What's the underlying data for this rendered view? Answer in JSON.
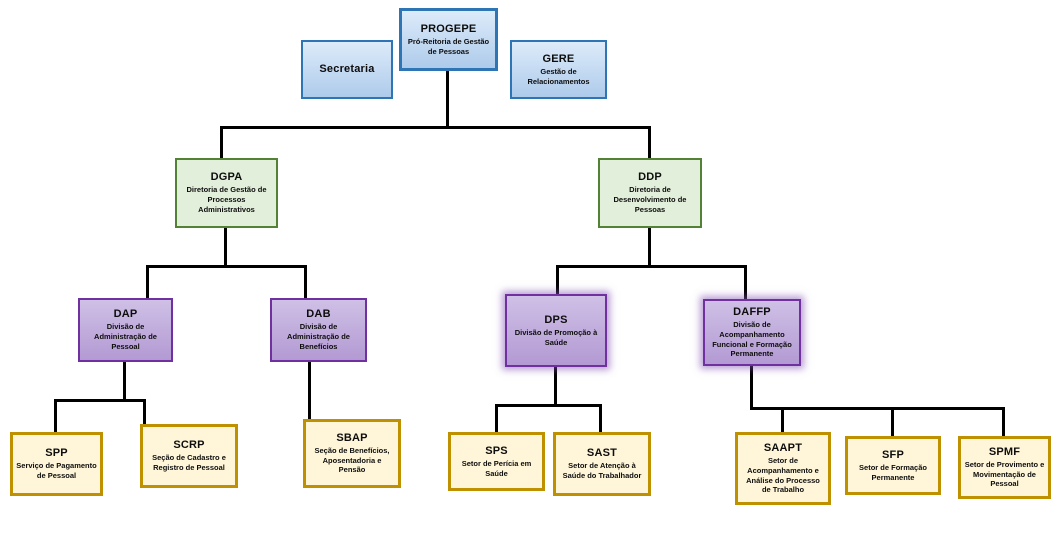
{
  "diagram_type": "org-chart",
  "colors": {
    "blue_fill": "#cfe2f3",
    "blue_border": "#2e75b6",
    "green_fill": "#e2efda",
    "green_border": "#538135",
    "purple_fill": "#c2aed9",
    "purple_border": "#7030a0",
    "yellow_fill": "#fff6d9",
    "yellow_border": "#bf9000",
    "line": "#000000",
    "background": "#ffffff"
  },
  "nodes": {
    "progepe": {
      "title": "PROGEPE",
      "subtitle": "Pró-Reitoria de Gestão de Pessoas"
    },
    "secretaria": {
      "title": "Secretaria",
      "subtitle": ""
    },
    "gere": {
      "title": "GERE",
      "subtitle": "Gestão de Relacionamentos"
    },
    "dgpa": {
      "title": "DGPA",
      "subtitle": "Diretoria de Gestão de Processos Administrativos"
    },
    "ddp": {
      "title": "DDP",
      "subtitle": "Diretoria de Desenvolvimento de Pessoas"
    },
    "dap": {
      "title": "DAP",
      "subtitle": "Divisão de Administração de Pessoal"
    },
    "dab": {
      "title": "DAB",
      "subtitle": "Divisão de Administração de Benefícios"
    },
    "dps": {
      "title": "DPS",
      "subtitle": "Divisão de Promoção à Saúde"
    },
    "daffp": {
      "title": "DAFFP",
      "subtitle": "Divisão de Acompanhamento Funcional e Formação Permanente"
    },
    "spp": {
      "title": "SPP",
      "subtitle": "Serviço de Pagamento de Pessoal"
    },
    "scrp": {
      "title": "SCRP",
      "subtitle": "Seção de Cadastro e Registro de Pessoal"
    },
    "sbap": {
      "title": "SBAP",
      "subtitle": "Seção de Benefícios, Aposentadoria e Pensão"
    },
    "sps": {
      "title": "SPS",
      "subtitle": "Setor de Perícia em Saúde"
    },
    "sast": {
      "title": "SAST",
      "subtitle": "Setor de Atenção à Saúde do Trabalhador"
    },
    "saapt": {
      "title": "SAAPT",
      "subtitle": "Setor de Acompanhamento e Análise do Processo de Trabalho"
    },
    "sfp": {
      "title": "SFP",
      "subtitle": "Setor de Formação Permanente"
    },
    "spmf": {
      "title": "SPMF",
      "subtitle": "Setor de Provimento e Movimentação de Pessoal"
    }
  },
  "hierarchy": {
    "PROGEPE": {
      "aside": [
        "Secretaria",
        "GERE"
      ],
      "children": {
        "DGPA": {
          "children": {
            "DAP": [
              "SPP",
              "SCRP"
            ],
            "DAB": [
              "SBAP"
            ]
          }
        },
        "DDP": {
          "children": {
            "DPS": [
              "SPS",
              "SAST"
            ],
            "DAFFP": [
              "SAAPT",
              "SFP",
              "SPMF"
            ]
          }
        }
      }
    }
  }
}
